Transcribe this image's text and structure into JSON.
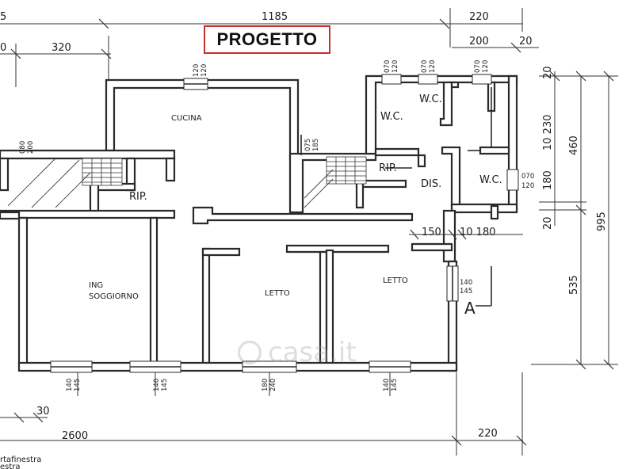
{
  "title": "PROGETTO",
  "rooms": {
    "cucina": "CUCINA",
    "rip_left": "RIP.",
    "rip_center": "RIP.",
    "wc_1": "W.C.",
    "wc_2": "W.C.",
    "wc_3": "W.C.",
    "dis": "DIS.",
    "ing": "ING",
    "soggiorno": "SOGGIORNO",
    "letto_1": "LETTO",
    "letto_2": "LETTO",
    "entrance_mark": "A"
  },
  "dimensions": {
    "top_total": "1185",
    "top_right": "220",
    "top_left_partial": "5",
    "top_320": "320",
    "top_left_0": "0",
    "top_200": "200",
    "top_20": "20",
    "side_20_top": "20",
    "side_10_230": "10 230",
    "side_460": "460",
    "side_180": "180",
    "side_20_bottom": "20",
    "side_995": "995",
    "side_535": "535",
    "mid_150": "150",
    "mid_10_180": "10 180",
    "bottom_30": "30",
    "bottom_2600": "2600",
    "bottom_220": "220"
  },
  "openings": {
    "kitchen_window": [
      "120",
      "120"
    ],
    "kitchen_door": [
      "075",
      "185"
    ],
    "left_window": [
      "080",
      "200"
    ],
    "wc_window_1": [
      "070",
      "120"
    ],
    "wc_window_2": [
      "070",
      "120"
    ],
    "wc_window_3": [
      "070",
      "120"
    ],
    "wc_right_window": [
      "070",
      "120"
    ],
    "entrance_door": [
      "140",
      "145"
    ],
    "bottom_win_1": [
      "140",
      "145"
    ],
    "bottom_win_2": [
      "140",
      "145"
    ],
    "bottom_win_3": [
      "180",
      "240"
    ],
    "bottom_win_4": [
      "140",
      "145"
    ]
  },
  "footer_notes": [
    "rtafinestra",
    "estra"
  ],
  "watermark": "casa.it"
}
